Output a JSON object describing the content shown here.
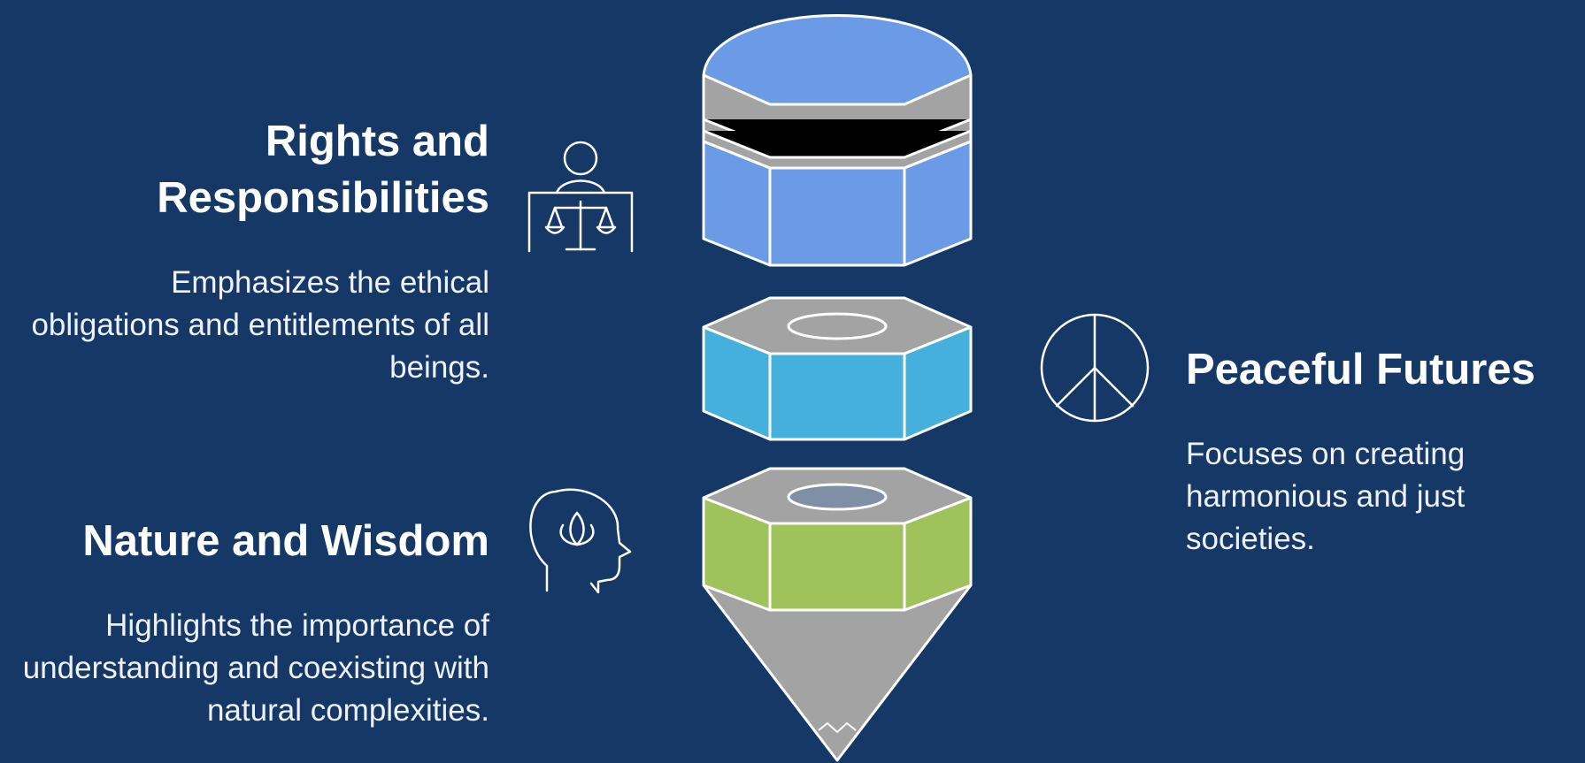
{
  "colors": {
    "background": "#163867",
    "layer_top": "#6b9ae6",
    "layer_middle": "#45b0dc",
    "layer_bottom": "#9fc25a",
    "structure_gray": "#a3a3a3",
    "outline": "#ffffff"
  },
  "items": [
    {
      "id": "rights",
      "title": "Rights and Responsibilities",
      "description": "Emphasizes the ethical obligations and entitlements of all beings.",
      "icon": "justice-scales-icon",
      "layer_color": "#6b9ae6"
    },
    {
      "id": "peace",
      "title": "Peaceful Futures",
      "description": "Focuses on creating harmonious and just societies.",
      "icon": "peace-symbol-icon",
      "layer_color": "#45b0dc"
    },
    {
      "id": "nature",
      "title": "Nature and Wisdom",
      "description": "Highlights the importance of understanding and coexisting with natural complexities.",
      "icon": "mind-lotus-icon",
      "layer_color": "#9fc25a"
    }
  ]
}
